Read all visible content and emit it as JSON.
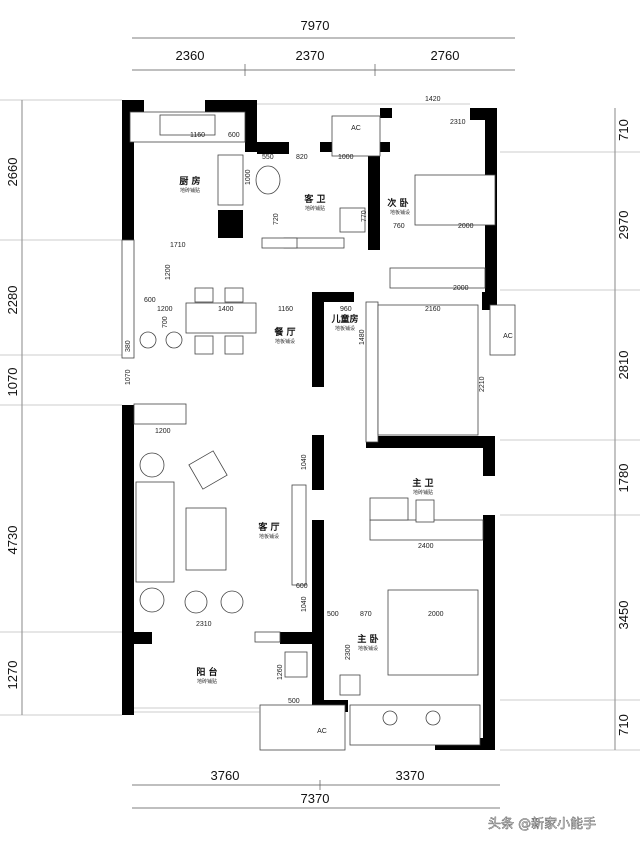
{
  "dimensions": {
    "top_total": "7970",
    "top_segments": [
      "2360",
      "2370",
      "2760"
    ],
    "bottom_segments": [
      "3760",
      "3370"
    ],
    "bottom_total": "7370",
    "left_segments": [
      "2660",
      "2280",
      "1070",
      "4730",
      "1270"
    ],
    "right_segments": [
      "710",
      "2970",
      "2810",
      "1780",
      "3450",
      "710"
    ]
  },
  "rooms": {
    "kitchen": {
      "name": "厨 房",
      "floor": "地砖铺贴"
    },
    "guest_bath": {
      "name": "客 卫",
      "floor": "地砖铺贴"
    },
    "second_bedroom": {
      "name": "次 卧",
      "floor": "地板铺设"
    },
    "kids_room": {
      "name": "儿童房",
      "floor": "地板铺设"
    },
    "dining": {
      "name": "餐 厅",
      "floor": "地板铺设"
    },
    "living": {
      "name": "客 厅",
      "floor": "地板铺设"
    },
    "master_bath": {
      "name": "主 卫",
      "floor": "地砖铺贴"
    },
    "master_bedroom": {
      "name": "主 卧",
      "floor": "地板铺设"
    },
    "balcony": {
      "name": "阳 台",
      "floor": "地砖铺贴"
    }
  },
  "interior_dims": {
    "k1160": "1160",
    "k600": "600",
    "k1710": "1710",
    "k1200": "1200",
    "k600b": "600",
    "b550": "550",
    "b820": "820",
    "b1000": "1000",
    "b1000v": "1000",
    "b720": "720",
    "b770": "770",
    "r1420": "1420",
    "r2310": "2310",
    "r760": "760",
    "r2000": "2000",
    "r2000b": "2000",
    "d1400": "1400",
    "d1200": "1200",
    "d1160": "1160",
    "d700": "700",
    "d380": "380",
    "d1070": "1070",
    "c960": "960",
    "c2160": "2160",
    "c1480": "1480",
    "c2210": "2210",
    "l1200": "1200",
    "l1040": "1040",
    "l1040b": "1040",
    "l2310": "2310",
    "l600": "600",
    "m2400": "2400",
    "m500": "500",
    "m870": "870",
    "m2000": "2000",
    "m2300": "2300",
    "m1260": "1260",
    "m500b": "500"
  },
  "labels": {
    "ac": "AC"
  },
  "watermark": "头条 @新家小能手"
}
